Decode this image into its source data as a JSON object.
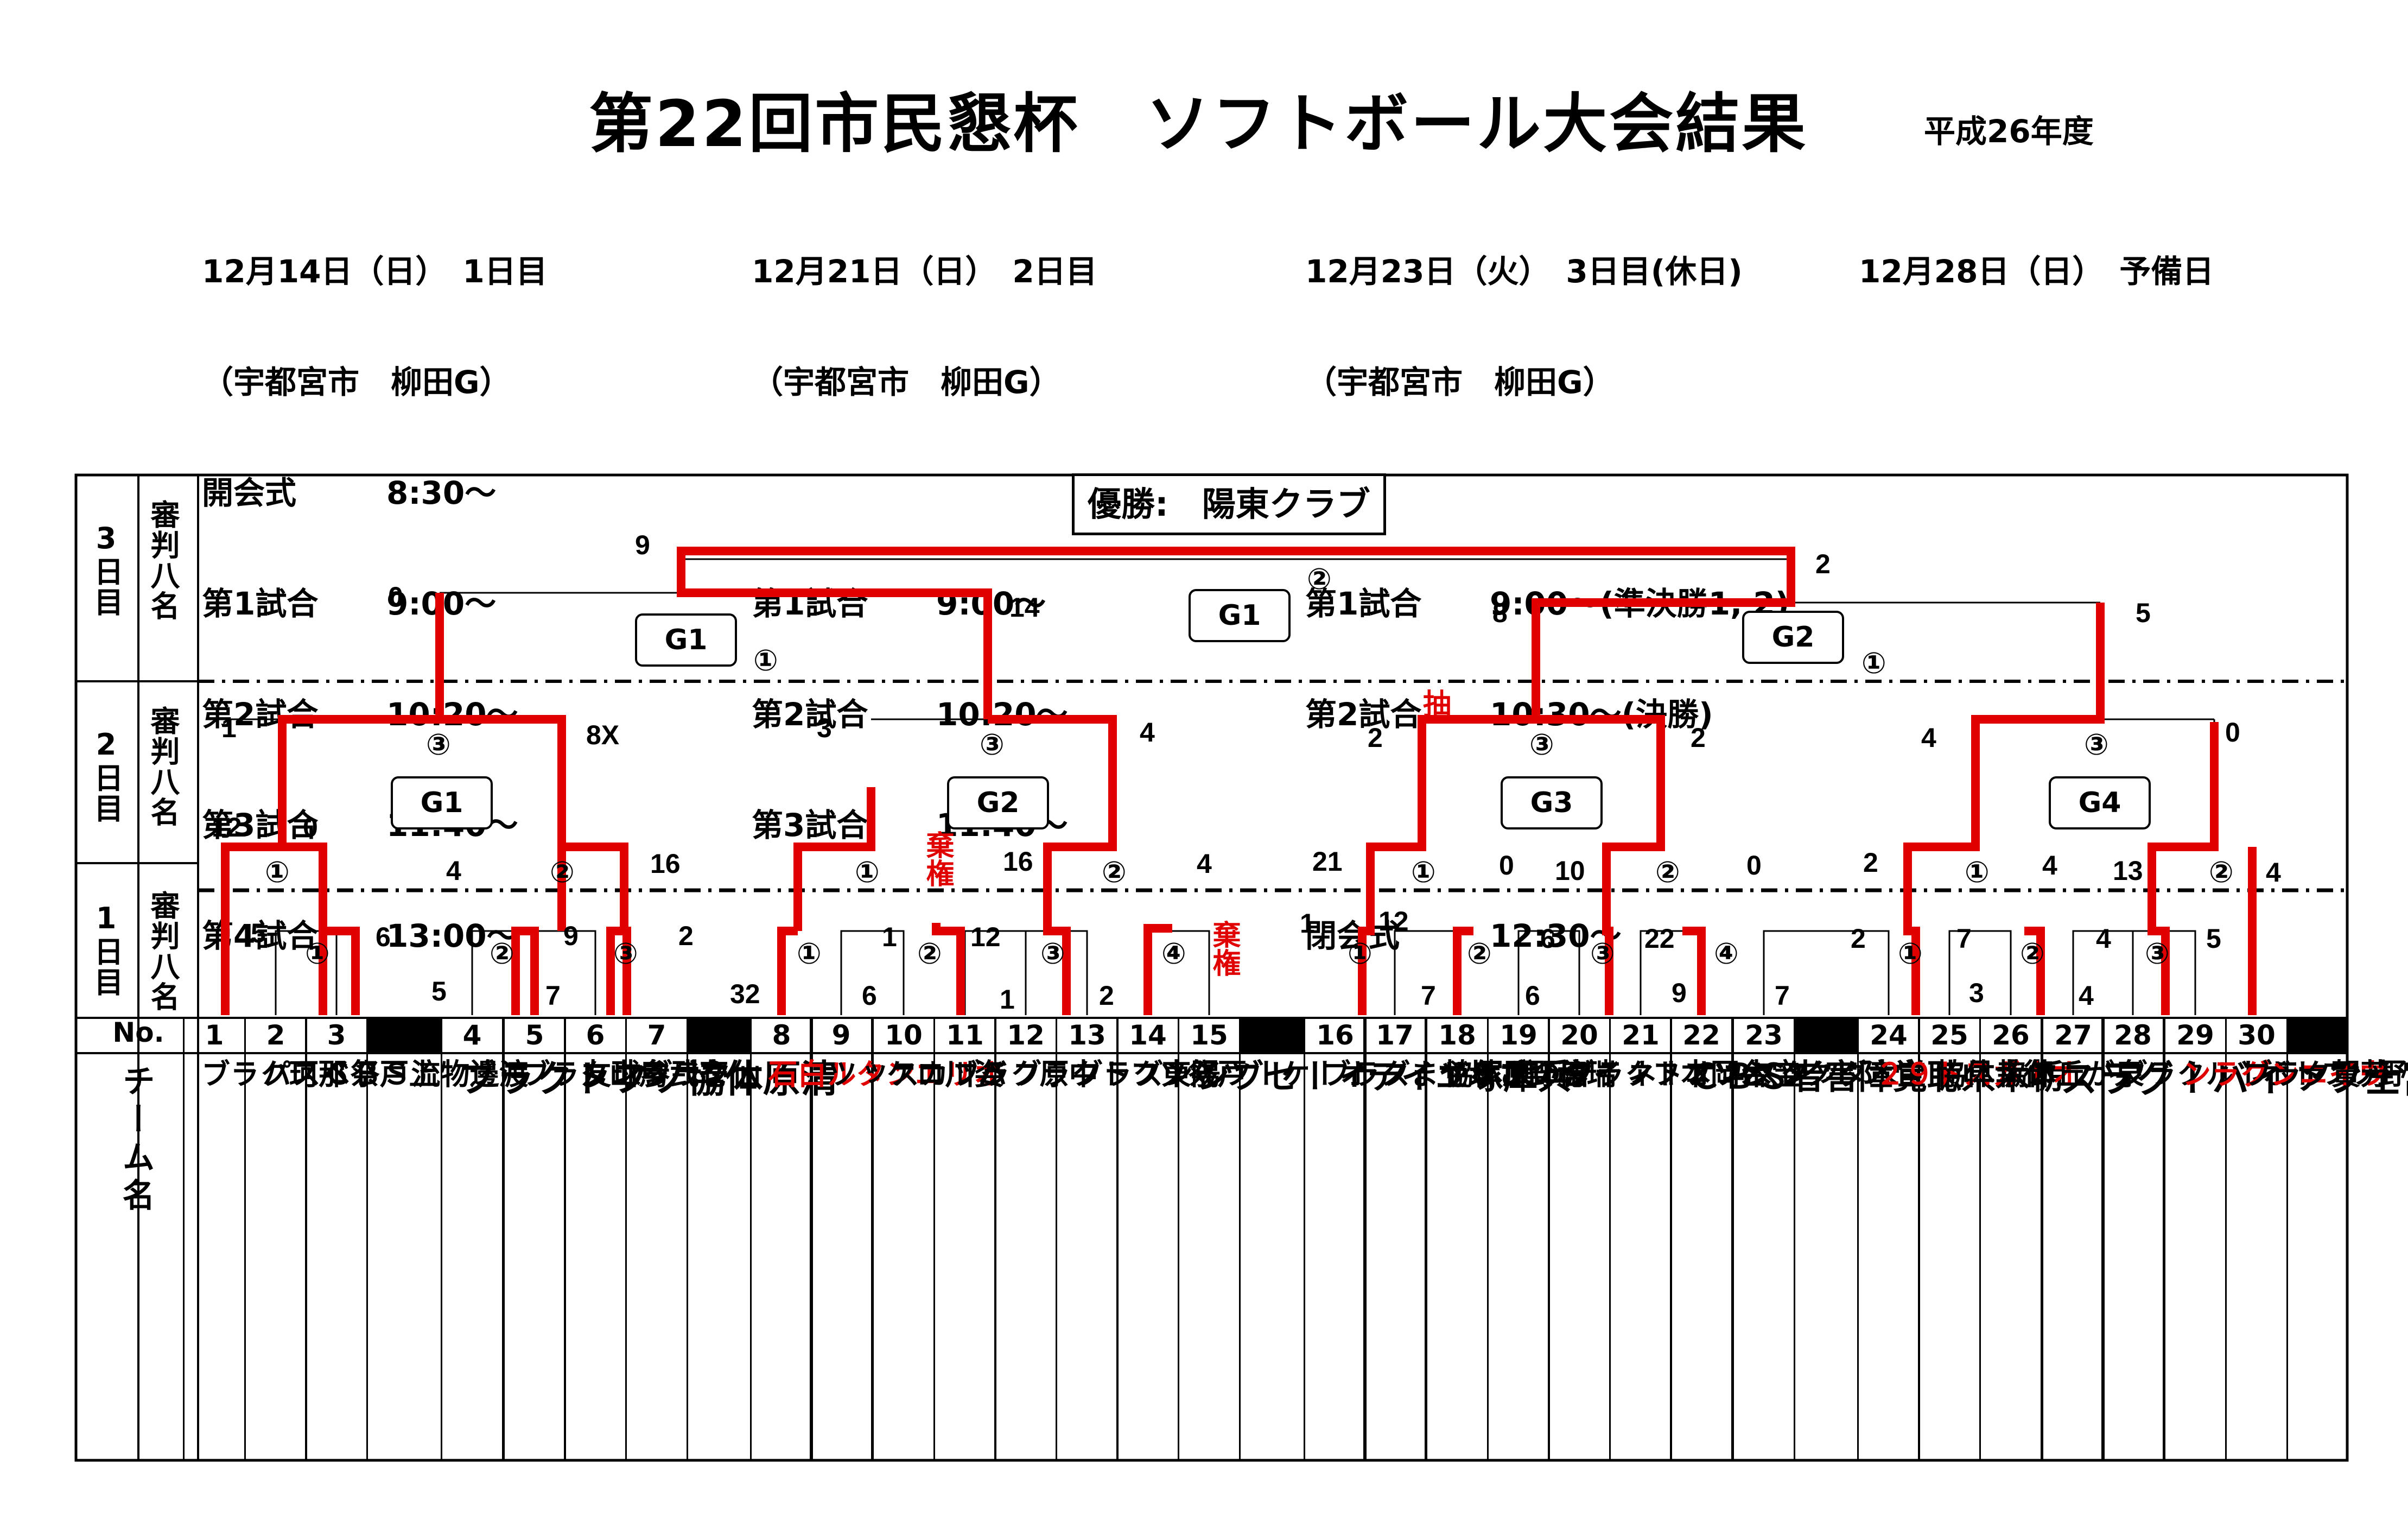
{
  "title": "第22回市民懇杯　ソフトボール大会結果",
  "year": "平成26年度",
  "schedule": [
    {
      "date": "12月14日（日）　1日目",
      "venue": "（宇都宮市　柳田G）",
      "rows": [
        [
          "開会式",
          "8:30～"
        ],
        [
          "第1試合",
          "9:00～"
        ],
        [
          "第2試合",
          "10:20～"
        ],
        [
          "第3試合",
          "11:40～"
        ],
        [
          "第4試合",
          "13:00～"
        ]
      ]
    },
    {
      "date": "12月21日（日）　2日目",
      "venue": "（宇都宮市　柳田G）",
      "rows": [
        [
          "",
          ""
        ],
        [
          "第1試合",
          "9:00～"
        ],
        [
          "第2試合",
          "10:20～"
        ],
        [
          "第3試合",
          "11:40～"
        ]
      ]
    },
    {
      "date": "12月23日（火）　3日目(休日)",
      "venue": "（宇都宮市　柳田G）",
      "rows": [
        [
          "",
          ""
        ],
        [
          "第1試合",
          "9:00～(準決勝1, 2)"
        ],
        [
          "第2試合",
          "10:30～(決勝)"
        ],
        [
          "",
          ""
        ],
        [
          "閉会式",
          "12:30～"
        ]
      ]
    },
    {
      "date": "12月28日（日）　予備日",
      "venue": "",
      "rows": []
    }
  ],
  "day_labels": [
    {
      "day": "3日目",
      "judge": "審判八名"
    },
    {
      "day": "2日目",
      "judge": "審判八名"
    },
    {
      "day": "1日目",
      "judge": "審判八名"
    }
  ],
  "champion": "優勝:　陽東クラブ",
  "no_header": "No.",
  "team_header": "チーム名",
  "teams": [
    {
      "no": "1",
      "name": "那珂クラブ"
    },
    {
      "no": "2",
      "name": "上戸祭ベスパ"
    },
    {
      "no": "3",
      "name": "渡邊物流ＳＢＣ"
    },
    {
      "no": "4",
      "name": "清原体協ソフトクラブ"
    },
    {
      "no": "5",
      "name": "烏山クラブ"
    },
    {
      "no": "6",
      "name": "壱弐参球友"
    },
    {
      "no": "7",
      "name": "仙クラブ"
    },
    {
      "no": "8",
      "name": "オリエンタル白石"
    },
    {
      "no": "9",
      "name": "姿川ロケッツ"
    },
    {
      "no": "10",
      "name": "バッカス"
    },
    {
      "no": "11",
      "name": "中原クラブ"
    },
    {
      "no": "12",
      "name": "戸祭ソフトクラブ"
    },
    {
      "no": "13",
      "name": "陽東クラブ"
    },
    {
      "no": "14",
      "name": "オーケーツインズ"
    },
    {
      "no": "15",
      "name": "兵庫塚エイティーセブン"
    },
    {
      "no": "16",
      "name": "さるやまクラブ"
    },
    {
      "no": "17",
      "name": "瑞穂野ブラザーズ"
    },
    {
      "no": "18",
      "name": "宮の原体協"
    },
    {
      "no": "19",
      "name": "台岡本ファイターズ"
    },
    {
      "no": "20",
      "name": "宝木ソフトクラブ"
    },
    {
      "no": "21",
      "name": "クッシュオーネ"
    },
    {
      "no": "22",
      "name": "栃木県聴覚障害者ＳＢＣ"
    },
    {
      "no": "23",
      "name": "宝木ダックス"
    },
    {
      "no": "24",
      "name": "オーガスト９２"
    },
    {
      "no": "25",
      "name": "御幸体協"
    },
    {
      "no": "26",
      "name": "泉が丘体協"
    },
    {
      "no": "27",
      "name": "富士ファイバーグラス"
    },
    {
      "no": "28",
      "name": "みどり野ソフトボールクラブ"
    },
    {
      "no": "29",
      "name": "ウイニングラン"
    },
    {
      "no": "30",
      "name": "芳賀クラブ"
    }
  ],
  "red_teams": [
    "8",
    "24",
    "29"
  ],
  "forfeit": "棄権",
  "draw": "抽",
  "badges": [
    "G1",
    "G1",
    "G2",
    "G1",
    "G2",
    "G3",
    "G4"
  ],
  "circles": [
    "①",
    "②",
    "③",
    "④"
  ],
  "scores": {
    "final_left": "9",
    "final_right": "2",
    "sf1_left": "0",
    "sf1_right": "14",
    "sf2_left": "8",
    "sf2_right": "5",
    "d2a_l": "1",
    "d2a_r": "8X",
    "d2b_l": "3",
    "d2b_r": "4",
    "d2c_l": "2",
    "d2c_r": "2",
    "d2d_l": "4",
    "d2d_r": "0",
    "s12": "12",
    "s0a": "0",
    "s4a": "4",
    "s16a": "16",
    "s16b": "16",
    "s4b": "4",
    "s21": "21",
    "s0b": "0",
    "s10": "10",
    "s0c": "0",
    "s2a": "2",
    "s4c": "4",
    "s13": "13",
    "s4d": "4",
    "s5a": "5",
    "s6a": "6",
    "s9a": "9",
    "s2b": "2",
    "s5b": "5",
    "s7a": "7",
    "s1a": "1",
    "s12b": "12",
    "s32": "32",
    "s6b": "6",
    "s1b": "1",
    "s2c": "2",
    "s1c": "1",
    "s12c": "12",
    "s6c": "6",
    "s22": "22",
    "s7b": "7",
    "s6d": "6",
    "s9b": "9",
    "s7c": "7",
    "s2d": "2",
    "s7d": "7",
    "s3": "3",
    "s4e": "4",
    "s4f": "4",
    "s5c": "5"
  },
  "colors": {
    "red": "#e00000",
    "black": "#000000"
  }
}
